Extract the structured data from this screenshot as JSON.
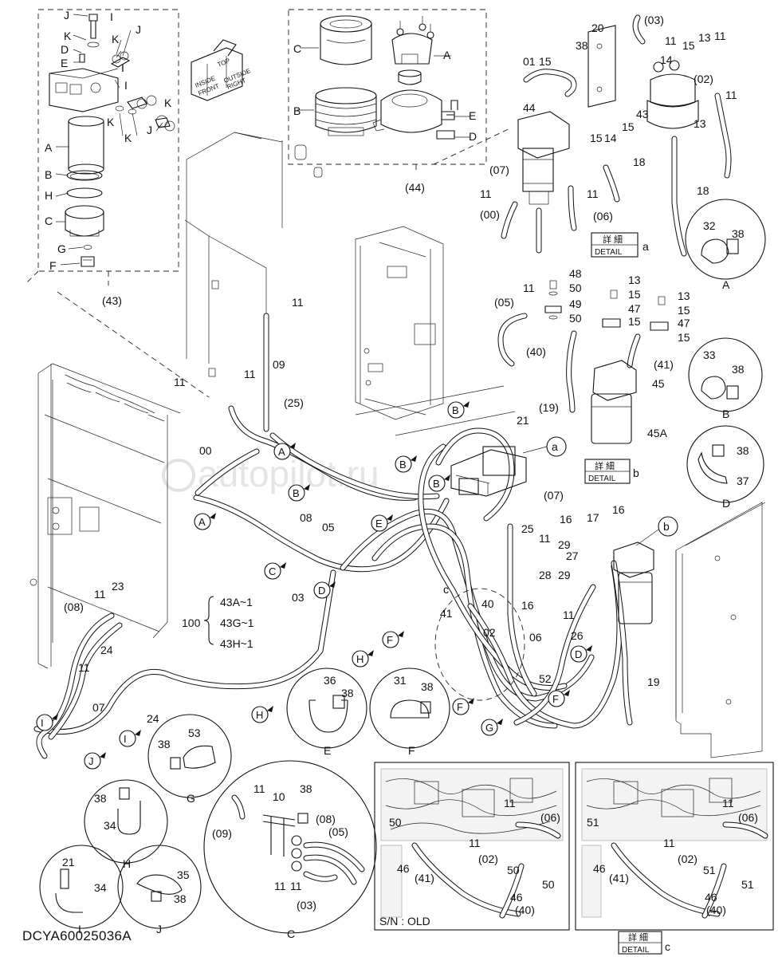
{
  "diagram_id": "DCYA60025036A",
  "watermark": "autopilot.ru",
  "orientation_labels": [
    "INSIDE",
    "FRONT",
    "TOP",
    "OUTSIDE",
    "RIGHT"
  ],
  "detail_boxes": [
    {
      "kanji": "詳 細",
      "word": "DETAIL",
      "letter": "a"
    },
    {
      "kanji": "詳 細",
      "word": "DETAIL",
      "letter": "b"
    },
    {
      "kanji": "詳 細",
      "word": "DETAIL",
      "letter": "c"
    }
  ],
  "assembly_note": {
    "number": "100",
    "lines": [
      "43A~1",
      "43G~1",
      "43H~1"
    ]
  },
  "serial_note": "S/N : OLD",
  "inset_titles": [
    "(43)",
    "(44)"
  ],
  "clamp_details": [
    "A",
    "B",
    "C",
    "D",
    "E",
    "F",
    "G",
    "H",
    "I",
    "J"
  ],
  "callouts_top_left": [
    "J",
    "I",
    "K",
    "K",
    "D",
    "E",
    "K",
    "I",
    "J",
    "I",
    "K",
    "K",
    "K",
    "K",
    "J",
    "A",
    "B",
    "H",
    "C",
    "G",
    "F"
  ],
  "callouts_top_middle": [
    "C",
    "A",
    "B",
    "E",
    "D"
  ],
  "callouts_top_right": [
    "20",
    "(03)",
    "38",
    "11",
    "01",
    "15",
    "14",
    "15",
    "13",
    "11",
    "(02)",
    "11",
    "44",
    "13",
    "15",
    "14",
    "15",
    "43",
    "(07)",
    "18",
    "11",
    "11",
    "(00)",
    "(06)",
    "18"
  ],
  "callouts_detail_a": [
    "48",
    "50",
    "49",
    "50",
    "13",
    "15",
    "47",
    "15",
    "13",
    "15",
    "47",
    "15",
    "11",
    "(05)",
    "(40)",
    "(41)",
    "45",
    "(19)",
    "45A"
  ],
  "callouts_main": [
    "11",
    "09",
    "11",
    "11",
    "(25)",
    "00",
    "08",
    "05",
    "03",
    "21",
    "(07)",
    "16",
    "25",
    "11",
    "29",
    "27",
    "28",
    "29",
    "17",
    "16",
    "16",
    "11",
    "26",
    "19",
    "40",
    "02",
    "06",
    "41",
    "52",
    "23",
    "11",
    "(08)",
    "24",
    "11",
    "07",
    "24"
  ],
  "callouts_clamp_details": [
    "32",
    "38",
    "33",
    "38",
    "38",
    "37",
    "36",
    "38",
    "31",
    "38",
    "53",
    "38",
    "38",
    "34",
    "21",
    "34",
    "35",
    "38",
    "11",
    "10",
    "38",
    "(08)",
    "(05)",
    "(09)",
    "11",
    "11",
    "(03)"
  ],
  "callouts_old": [
    "11",
    "(06)",
    "50",
    "46",
    "(41)",
    "11",
    "(02)",
    "50",
    "46",
    "50",
    "(40)"
  ],
  "callouts_new": [
    "11",
    "(06)",
    "51",
    "46",
    "(41)",
    "11",
    "(02)",
    "51",
    "46",
    "51",
    "(40)"
  ],
  "area_labels": [
    "c",
    "a",
    "b"
  ]
}
